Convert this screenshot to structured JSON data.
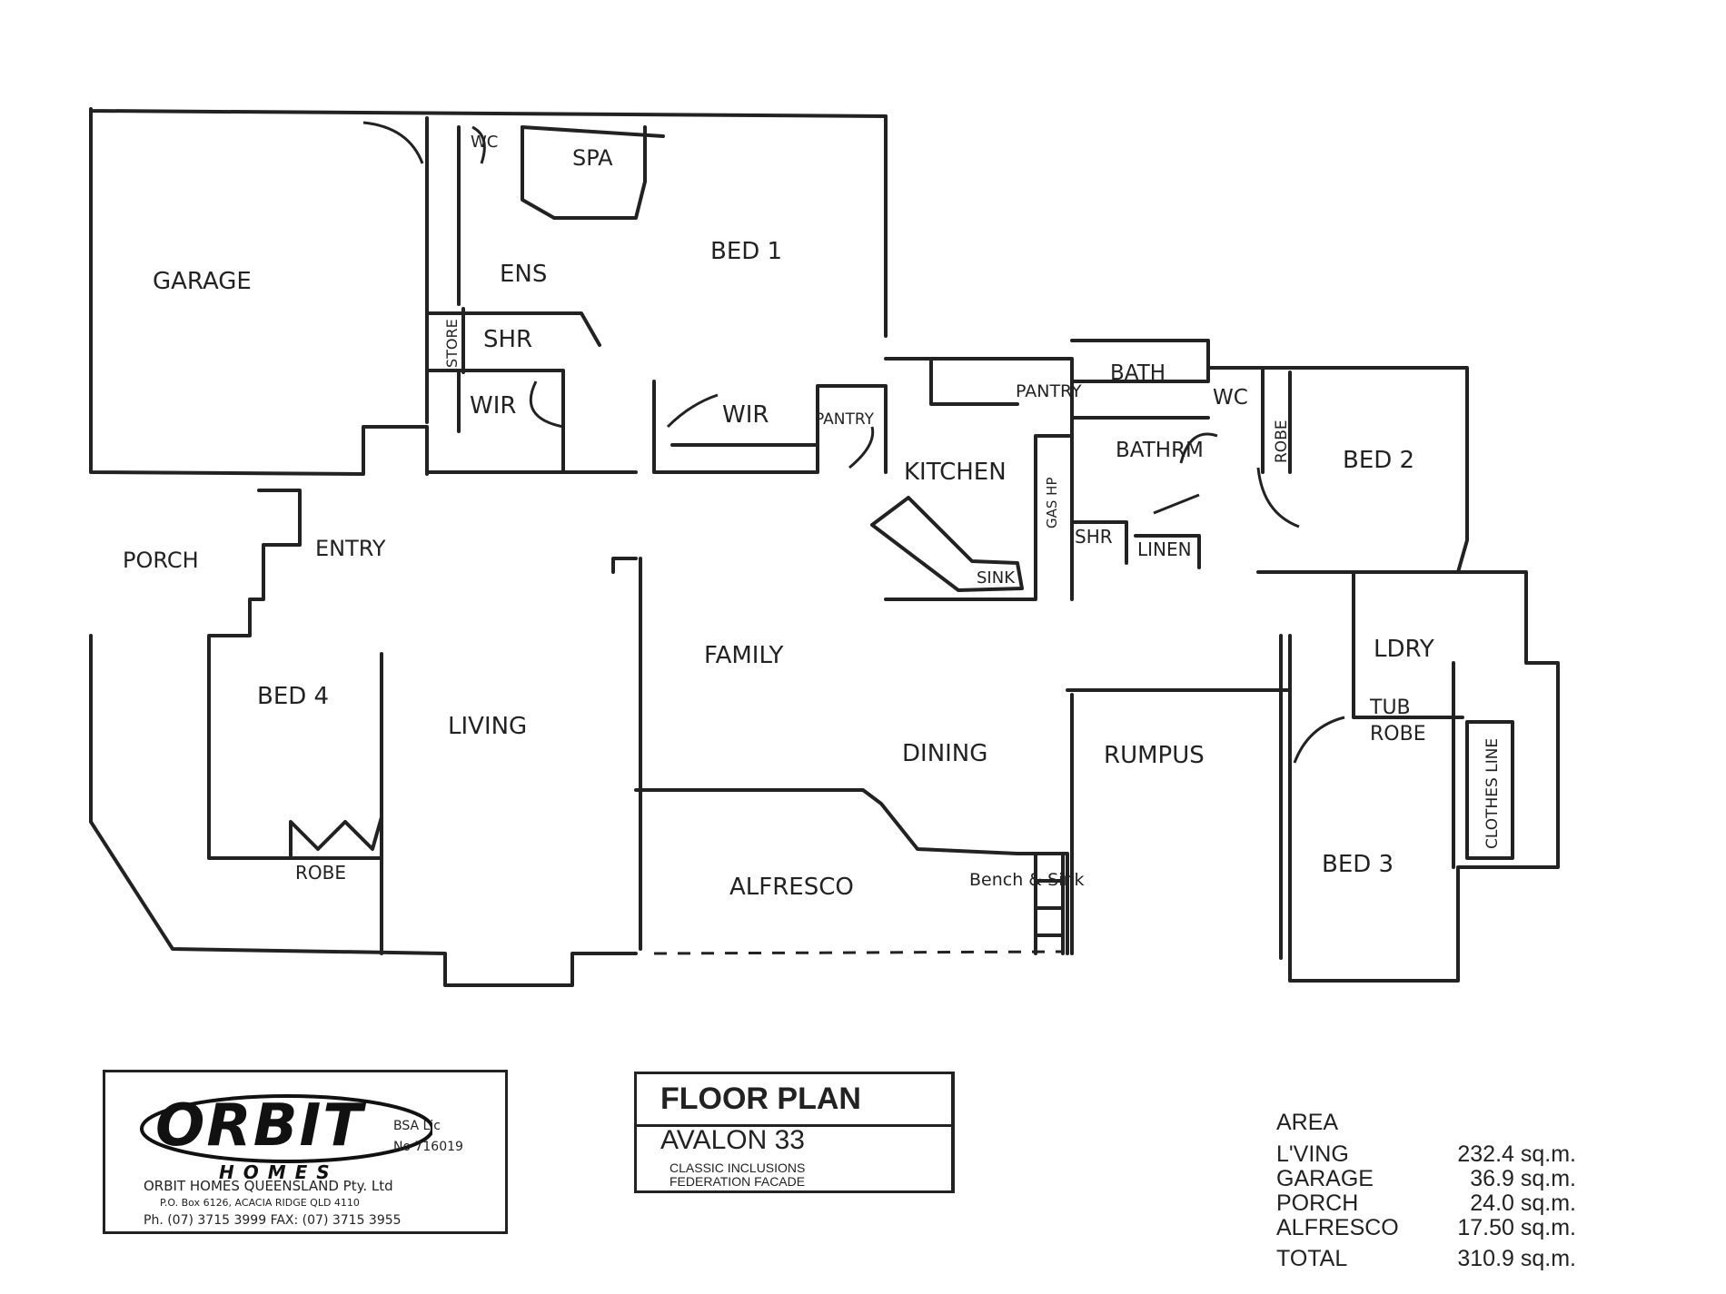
{
  "rooms": {
    "garage": "GARAGE",
    "wc_ens": "WC",
    "spa": "SPA",
    "ens": "ENS",
    "bed1": "BED 1",
    "store": "STORE",
    "shr_ens": "SHR",
    "wir_1": "WIR",
    "wir_2": "WIR",
    "pantry_1": "PANTRY",
    "pantry_2": "PANTRY",
    "bath": "BATH",
    "wc_2": "WC",
    "bathrm": "BATHRM",
    "robe_bed2": "ROBE",
    "bed2": "BED 2",
    "kitchen": "KITCHEN",
    "gas_hp": "GAS HP",
    "shr_2": "SHR",
    "linen": "LINEN",
    "sink": "SINK",
    "porch": "PORCH",
    "entry": "ENTRY",
    "family": "FAMILY",
    "ldry": "LDRY",
    "bed4": "BED 4",
    "living": "LIVING",
    "tub": "TUB",
    "robe_bed3": "ROBE",
    "dining": "DINING",
    "rumpus": "RUMPUS",
    "clothes_line": "CLOTHES LINE",
    "robe_bed4": "ROBE",
    "alfresco": "ALFRESCO",
    "bench_sink": "Bench & Sink",
    "bed3": "BED 3"
  },
  "builder": {
    "logo": "ORBIT",
    "logo_sub": "HOMES",
    "licence_1": "BSA Lic",
    "licence_2": "No 716019",
    "company": "ORBIT HOMES QUEENSLAND Pty. Ltd",
    "address": "P.O. Box 6126, ACACIA RIDGE QLD 4110",
    "phone": "Ph. (07) 3715 3999 FAX: (07) 3715 3955"
  },
  "title_block": {
    "title": "FLOOR PLAN",
    "model": "AVALON 33",
    "note_1": "CLASSIC INCLUSIONS",
    "note_2": "FEDERATION FACADE"
  },
  "area": {
    "heading": "AREA",
    "rows": [
      {
        "label": "L'VING",
        "value": "232.4 sq.m."
      },
      {
        "label": "GARAGE",
        "value": "36.9 sq.m."
      },
      {
        "label": "PORCH",
        "value": "24.0 sq.m."
      },
      {
        "label": "ALFRESCO",
        "value": "17.50 sq.m."
      }
    ],
    "total_label": "TOTAL",
    "total_value": "310.9 sq.m."
  }
}
